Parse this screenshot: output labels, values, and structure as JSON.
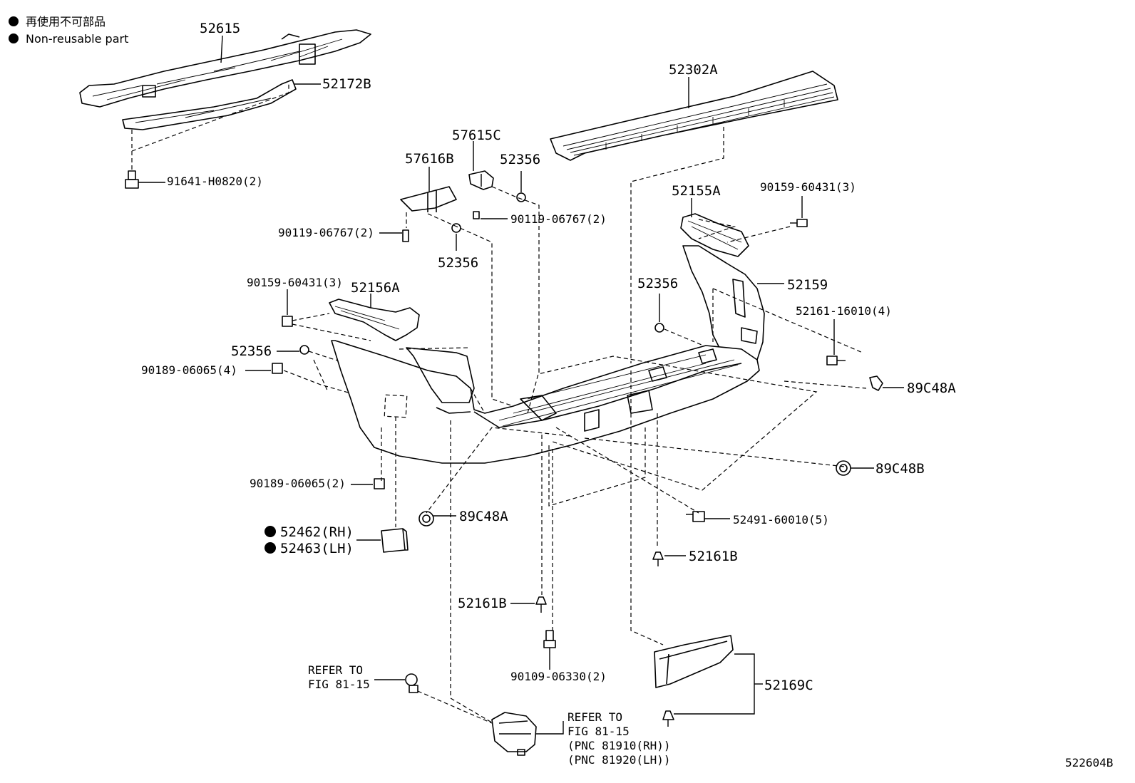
{
  "legend": {
    "marker": "●",
    "jp": "再使用不可部品",
    "en": "Non-reusable part"
  },
  "figure_id": "522604B",
  "labels": {
    "p52615": "52615",
    "p52172B": "52172B",
    "p91641": "91641-H0820(2)",
    "p52302A": "52302A",
    "p57615C": "57615C",
    "p57616B": "57616B",
    "p52356_a": "52356",
    "p90119_a": "90119-06767(2)",
    "p90119_b": "90119-06767(2)",
    "p52356_b": "52356",
    "p52155A": "52155A",
    "p90159_a": "90159-60431(3)",
    "p52159": "52159",
    "p52356_c": "52356",
    "p52161_16010": "52161-16010(4)",
    "p90159_b": "90159-60431(3)",
    "p52156A": "52156A",
    "p52356_d": "52356",
    "p90189_4": "90189-06065(4)",
    "p89C48A_r": "89C48A",
    "p89C48B": "89C48B",
    "p90189_2": "90189-06065(2)",
    "p89C48A_l": "89C48A",
    "p52491": "52491-60010(5)",
    "p52462": "52462(RH)",
    "p52463": "52463(LH)",
    "p52161B_r": "52161B",
    "p52161B_c": "52161B",
    "p90109": "90109-06330(2)",
    "p52169C": "52169C",
    "refer1_a": "REFER TO",
    "refer1_b": "FIG 81-15",
    "refer2_a": "REFER TO",
    "refer2_b": "FIG 81-15",
    "pnc_rh": "(PNC 81910(RH))",
    "pnc_lh": "(PNC 81920(LH))"
  }
}
